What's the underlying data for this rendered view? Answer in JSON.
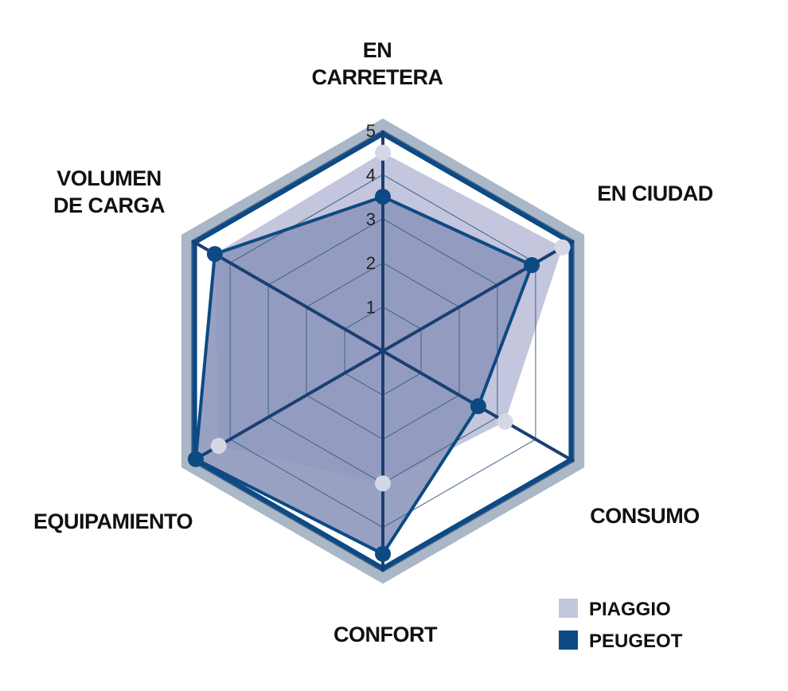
{
  "chart_data": {
    "type": "radar",
    "axes": [
      "EN CARRETERA",
      "EN CIUDAD",
      "CONSUMO",
      "CONFORT",
      "EQUIPAMIENTO",
      "VOLUMEN DE CARGA"
    ],
    "axis_label_lines": [
      [
        "EN",
        "CARRETERA"
      ],
      [
        "EN CIUDAD"
      ],
      [
        "CONSUMO"
      ],
      [
        "CONFORT"
      ],
      [
        "EQUIPAMIENTO"
      ],
      [
        "VOLUMEN",
        "DE CARGA"
      ]
    ],
    "ticks": [
      "1",
      "2",
      "3",
      "4",
      "5"
    ],
    "range": [
      0,
      5
    ],
    "series": [
      {
        "name": "PIAGGIO",
        "values": [
          4.5,
          4.7,
          3.2,
          3.0,
          4.3,
          4.4
        ],
        "color": "#c3c6dc"
      },
      {
        "name": "PEUGEOT",
        "values": [
          3.5,
          3.9,
          2.5,
          4.6,
          4.9,
          4.4
        ],
        "color": "#0d4a84"
      }
    ],
    "legend": "bottom-right"
  }
}
